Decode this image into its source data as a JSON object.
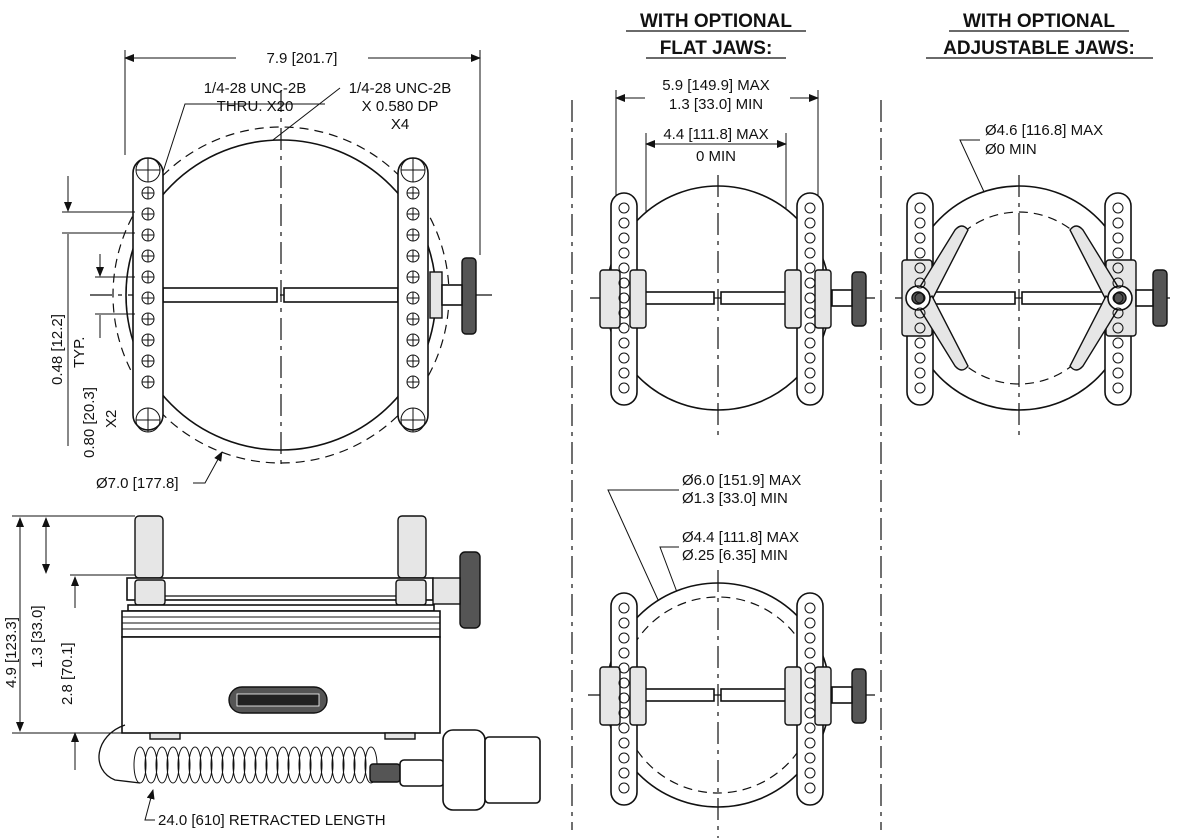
{
  "headers": {
    "flat_jaws": [
      "WITH OPTIONAL",
      "FLAT JAWS:"
    ],
    "adjustable_jaws": [
      "WITH OPTIONAL",
      "ADJUSTABLE JAWS:"
    ]
  },
  "top_view": {
    "overall_width": "7.9 [201.7]",
    "thread_thru": [
      "1/4-28 UNC-2B",
      "THRU. X20"
    ],
    "thread_depth": [
      "1/4-28 UNC-2B",
      "X 0.580 DP",
      "X4"
    ],
    "pitch": [
      "0.48 [12.2]",
      "TYP."
    ],
    "spacing": [
      "0.80 [20.3]",
      "X2"
    ],
    "diameter": "Ø7.0 [177.8]"
  },
  "side_view": {
    "height_total": "4.9 [123.3]",
    "height_upper": "1.3 [33.0]",
    "height_body": "2.8 [70.1]",
    "cord": "24.0 [610] RETRACTED LENGTH"
  },
  "flat_jaws_view": {
    "outer": [
      "5.9 [149.9] MAX",
      "1.3 [33.0] MIN"
    ],
    "inner": [
      "4.4 [111.8] MAX",
      "0 MIN"
    ],
    "dia_outer": [
      "Ø6.0 [151.9] MAX",
      "Ø1.3 [33.0] MIN"
    ],
    "dia_inner": [
      "Ø4.4 [111.8] MAX",
      "Ø.25 [6.35] MIN"
    ]
  },
  "adjustable_jaws_view": {
    "diameter": [
      "Ø4.6 [116.8] MAX",
      "Ø0 MIN"
    ]
  }
}
